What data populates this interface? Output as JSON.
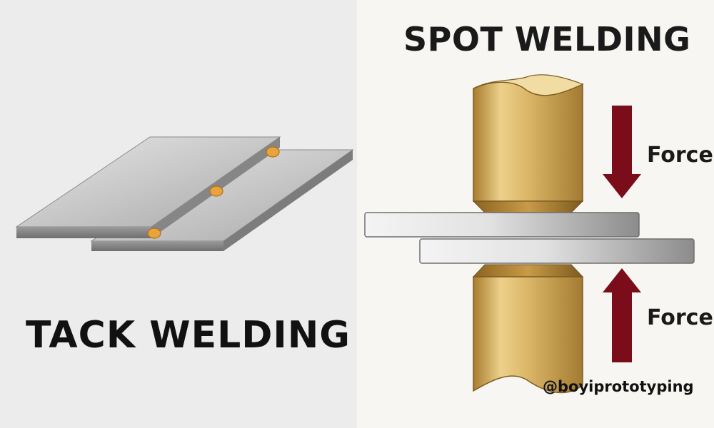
{
  "tack_welding": {
    "title": "TACK WELDING"
  },
  "spot_welding": {
    "title": "SPOT WELDING",
    "force_top_label": "Force",
    "force_bottom_label": "Force"
  },
  "watermark": "@boyiprototyping",
  "colors": {
    "left_background": "#ececec",
    "right_background": "#f8f6f3",
    "force_arrow": "#7a0d19",
    "electrode": "#d4ad5c",
    "weld_spot": "#e8a33d"
  }
}
